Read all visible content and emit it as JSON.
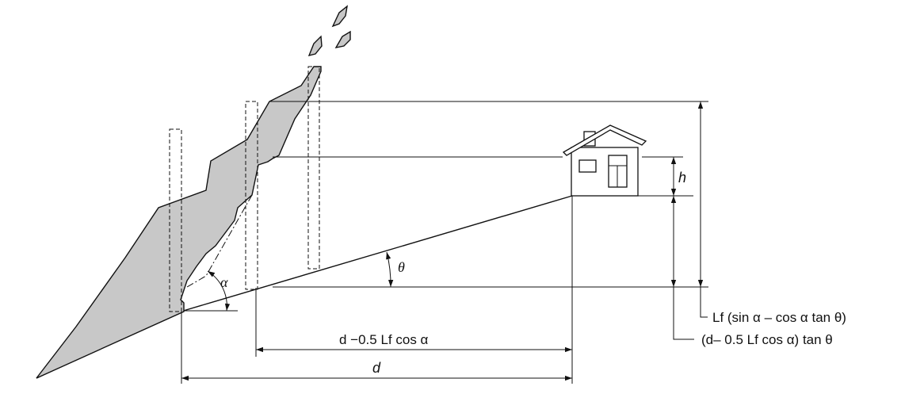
{
  "labels": {
    "h": "h",
    "alpha": "α",
    "theta": "θ",
    "d": "d",
    "d_minus": "d −0.5 Lf cos α",
    "height_formula": "Lf (sin α – cos α  tan θ)",
    "offset_formula": "(d– 0.5 Lf cos α) tan θ"
  },
  "icons": {
    "house": "house-icon",
    "falling_fragments": "rock-fragment-icon"
  },
  "colors": {
    "rock_fill": "#c8c8c8",
    "line": "#111111"
  }
}
